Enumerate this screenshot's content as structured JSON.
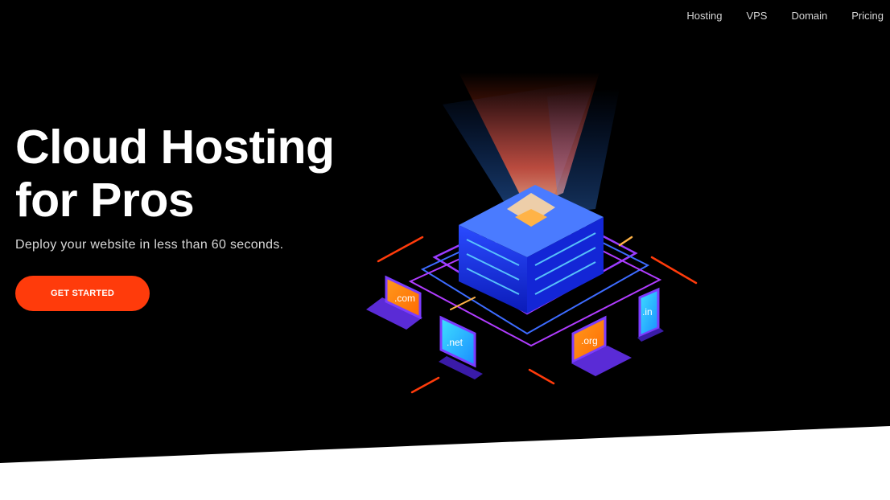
{
  "nav": {
    "items": [
      {
        "label": "Hosting"
      },
      {
        "label": "VPS"
      },
      {
        "label": "Domain"
      },
      {
        "label": "Pricing"
      }
    ]
  },
  "hero": {
    "title_line1": "Cloud Hosting",
    "title_line2": "for Pros",
    "subtitle": "Deploy your website in less than 60 seconds.",
    "cta_label": "GET STARTED"
  },
  "illustration": {
    "domains": [
      ".com",
      ".net",
      ".org",
      ".in"
    ]
  },
  "colors": {
    "background": "#000000",
    "accent": "#ff3b0b",
    "server_blue": "#1d3cff",
    "device_purple": "#7b3cff"
  }
}
